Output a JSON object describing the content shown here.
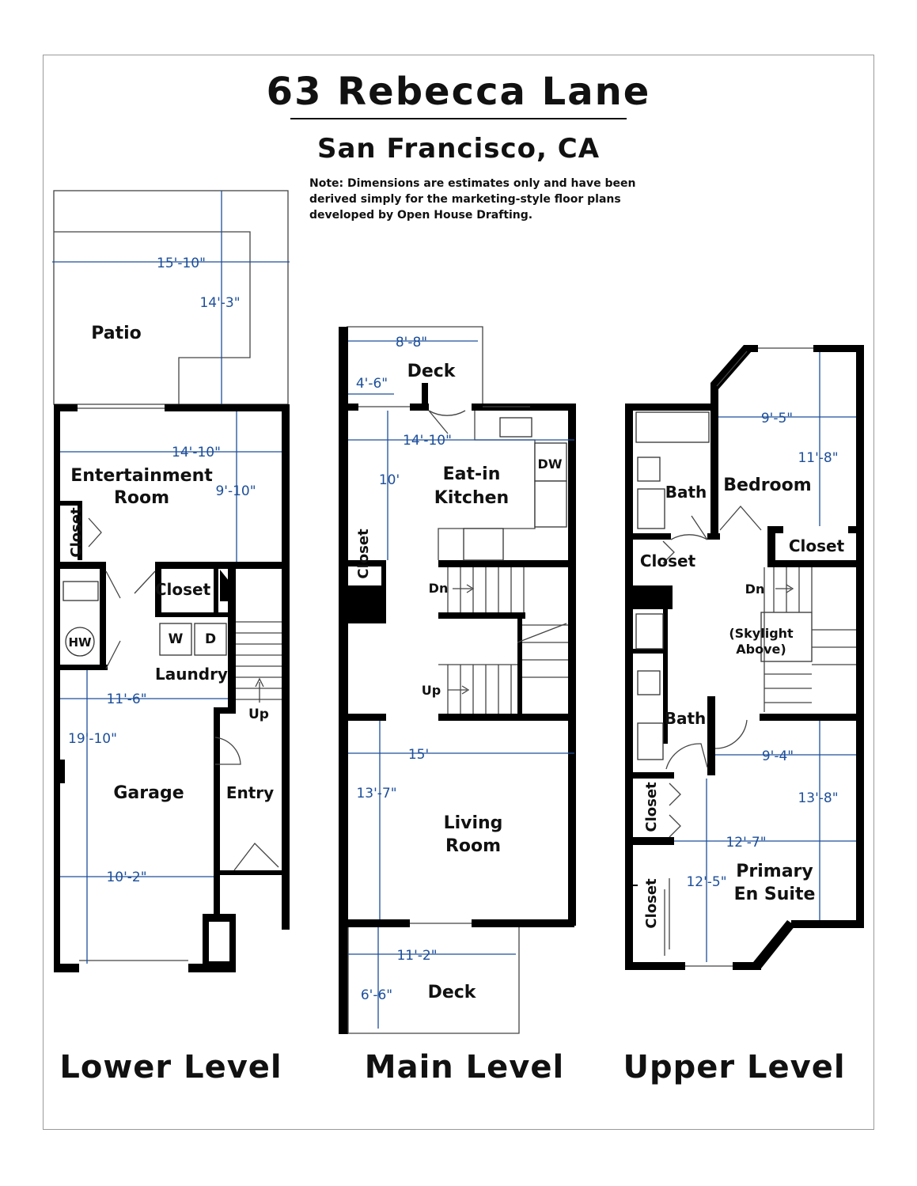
{
  "header": {
    "title": "63 Rebecca Lane",
    "subtitle": "San Francisco, CA",
    "note": "Note: Dimensions are estimates only and have been derived simply for the marketing-style floor plans developed by Open House Drafting."
  },
  "levels": {
    "lower": {
      "name": "Lower Level",
      "rooms": {
        "patio": "Patio",
        "entertainment_line1": "Entertainment",
        "entertainment_line2": "Room",
        "closet_vertical": "Closet",
        "closet": "Closet",
        "hw": "HW",
        "washer": "W",
        "dryer": "D",
        "laundry": "Laundry",
        "up": "Up",
        "garage": "Garage",
        "entry": "Entry"
      },
      "dims": {
        "patio_w": "15'-10\"",
        "patio_d": "14'-3\"",
        "ent_w": "14'-10\"",
        "ent_d": "9'-10\"",
        "laundry_w": "11'-6\"",
        "garage_d": "19'-10\"",
        "garage_w": "10'-2\""
      }
    },
    "main": {
      "name": "Main Level",
      "rooms": {
        "deck_top": "Deck",
        "kitchen_line1": "Eat-in",
        "kitchen_line2": "Kitchen",
        "dw": "DW",
        "closet": "Closet",
        "dn": "Dn",
        "up": "Up",
        "living_line1": "Living",
        "living_line2": "Room",
        "deck_bottom": "Deck"
      },
      "dims": {
        "deck_top_w": "8'-8\"",
        "deck_top_d": "4'-6\"",
        "kitchen_w": "14'-10\"",
        "kitchen_d": "10'",
        "living_w": "15'",
        "living_d": "13'-7\"",
        "deck_bottom_w": "11'-2\"",
        "deck_bottom_d": "6'-6\""
      }
    },
    "upper": {
      "name": "Upper Level",
      "rooms": {
        "bath_top": "Bath",
        "bedroom": "Bedroom",
        "closet_bedroom": "Closet",
        "closet_hall": "Closet",
        "dn": "Dn",
        "skylight_line1": "(Skylight",
        "skylight_line2": "Above)",
        "bath_bottom": "Bath",
        "closet_vertical_1": "Closet",
        "closet_vertical_2": "Closet",
        "primary_line1": "Primary",
        "primary_line2": "En Suite"
      },
      "dims": {
        "bedroom_w": "9'-5\"",
        "bedroom_d": "11'-8\"",
        "hall_w": "9'-4\"",
        "primary_d": "13'-8\"",
        "primary_w": "12'-7\"",
        "primary_d2": "12'-5\""
      }
    }
  },
  "colors": {
    "walls": "#000000",
    "dimension_text": "#1d4f9a",
    "text": "#111111",
    "frame": "#9a9a9a"
  }
}
